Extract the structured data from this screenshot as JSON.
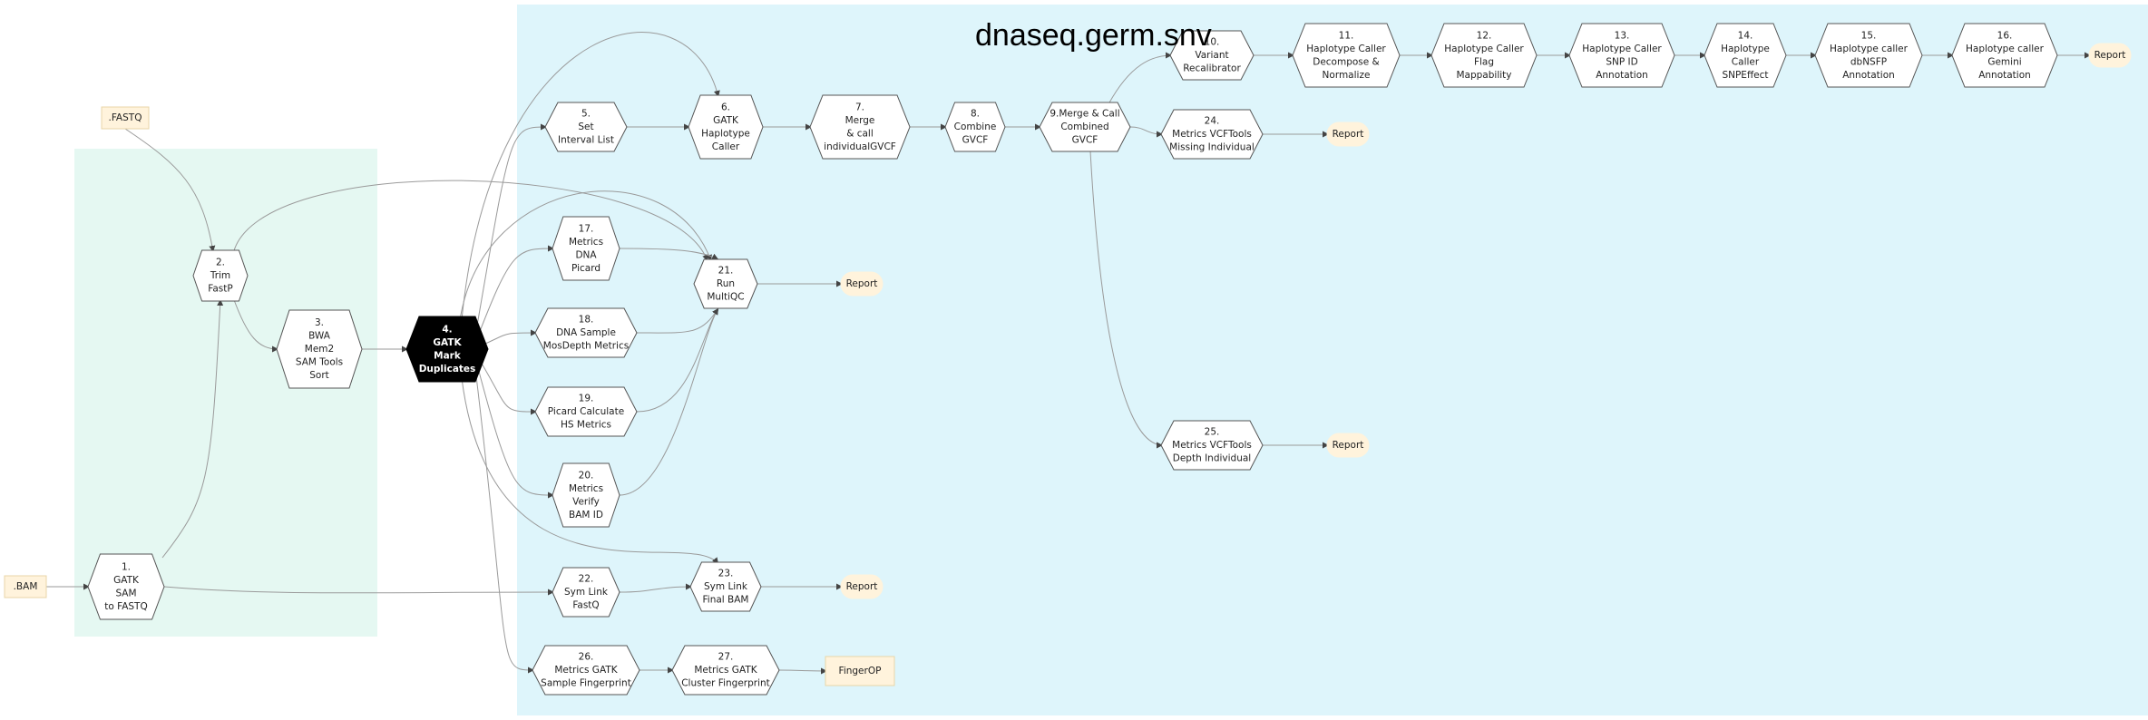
{
  "title": "dnaseq.germ.snv",
  "colors": {
    "cluster_main": "#def5fb",
    "cluster_pre": "#e5f8f2",
    "node_fill": "#ffffff",
    "node_stroke": "#555555",
    "highlight_fill": "#000000",
    "input_fill": "#fff3dc",
    "input_stroke": "#e8d6a8",
    "report_fill": "#fff3dc",
    "edge": "#9a9a9a"
  },
  "nodes": [
    {
      "id": "fastq",
      "kind": "input",
      "lines": [
        ".FASTQ"
      ]
    },
    {
      "id": "bam",
      "kind": "input",
      "lines": [
        ".BAM"
      ]
    },
    {
      "id": "n1",
      "kind": "step",
      "lines": [
        "1.",
        "GATK",
        "SAM",
        "to FASTQ"
      ]
    },
    {
      "id": "n2",
      "kind": "step",
      "lines": [
        "2.",
        "Trim",
        "FastP"
      ]
    },
    {
      "id": "n3",
      "kind": "step",
      "lines": [
        "3.",
        "BWA",
        "Mem2",
        "SAM Tools",
        "Sort"
      ]
    },
    {
      "id": "n4",
      "kind": "highlight",
      "lines": [
        "4.",
        "GATK",
        "Mark",
        "Duplicates"
      ]
    },
    {
      "id": "n5",
      "kind": "step",
      "lines": [
        "5.",
        "Set",
        "Interval List"
      ]
    },
    {
      "id": "n6",
      "kind": "step",
      "lines": [
        "6.",
        "GATK",
        "Haplotype",
        "Caller"
      ]
    },
    {
      "id": "n7",
      "kind": "step",
      "lines": [
        "7.",
        "Merge",
        "& call",
        "individualGVCF"
      ]
    },
    {
      "id": "n8",
      "kind": "step",
      "lines": [
        "8.",
        "Combine",
        "GVCF"
      ]
    },
    {
      "id": "n9",
      "kind": "step",
      "lines": [
        "9.Merge & Call",
        "Combined",
        "GVCF"
      ]
    },
    {
      "id": "n10",
      "kind": "step",
      "lines": [
        "10.",
        "Variant",
        "Recalibrator"
      ]
    },
    {
      "id": "n11",
      "kind": "step",
      "lines": [
        "11.",
        "Haplotype Caller",
        "Decompose &",
        "Normalize"
      ]
    },
    {
      "id": "n12",
      "kind": "step",
      "lines": [
        "12.",
        "Haplotype Caller",
        "Flag",
        "Mappability"
      ]
    },
    {
      "id": "n13",
      "kind": "step",
      "lines": [
        "13.",
        "Haplotype Caller",
        "SNP ID",
        "Annotation"
      ]
    },
    {
      "id": "n14",
      "kind": "step",
      "lines": [
        "14.",
        "Haplotype",
        "Caller",
        "SNPEffect"
      ]
    },
    {
      "id": "n15",
      "kind": "step",
      "lines": [
        "15.",
        "Haplotype caller",
        "dbNSFP",
        "Annotation"
      ]
    },
    {
      "id": "n16",
      "kind": "step",
      "lines": [
        "16.",
        "Haplotype caller",
        "Gemini",
        "Annotation"
      ]
    },
    {
      "id": "r16",
      "kind": "report",
      "lines": [
        "Report"
      ]
    },
    {
      "id": "n24",
      "kind": "step",
      "lines": [
        "24.",
        "Metrics VCFTools",
        "Missing Individual"
      ]
    },
    {
      "id": "r24",
      "kind": "report",
      "lines": [
        "Report"
      ]
    },
    {
      "id": "n17",
      "kind": "step",
      "lines": [
        "17.",
        "Metrics",
        "DNA",
        "Picard"
      ]
    },
    {
      "id": "n21",
      "kind": "step",
      "lines": [
        "21.",
        "Run",
        "MultiQC"
      ]
    },
    {
      "id": "r21",
      "kind": "report",
      "lines": [
        "Report"
      ]
    },
    {
      "id": "n18",
      "kind": "step",
      "lines": [
        "18.",
        "DNA Sample",
        "MosDepth Metrics"
      ]
    },
    {
      "id": "n19",
      "kind": "step",
      "lines": [
        "19.",
        "Picard Calculate",
        "HS Metrics"
      ]
    },
    {
      "id": "n20",
      "kind": "step",
      "lines": [
        "20.",
        "Metrics",
        "Verify",
        "BAM ID"
      ]
    },
    {
      "id": "n25",
      "kind": "step",
      "lines": [
        "25.",
        "Metrics VCFTools",
        "Depth Individual"
      ]
    },
    {
      "id": "r25",
      "kind": "report",
      "lines": [
        "Report"
      ]
    },
    {
      "id": "n22",
      "kind": "step",
      "lines": [
        "22.",
        "Sym Link",
        "FastQ"
      ]
    },
    {
      "id": "n23",
      "kind": "step",
      "lines": [
        "23.",
        "Sym Link",
        "Final BAM"
      ]
    },
    {
      "id": "r23",
      "kind": "report",
      "lines": [
        "Report"
      ]
    },
    {
      "id": "n26",
      "kind": "step",
      "lines": [
        "26.",
        "Metrics GATK",
        "Sample Fingerprint"
      ]
    },
    {
      "id": "n27",
      "kind": "step",
      "lines": [
        "27.",
        "Metrics GATK",
        "Cluster Fingerprint"
      ]
    },
    {
      "id": "fop",
      "kind": "output",
      "lines": [
        "FingerOP"
      ]
    }
  ],
  "edges": [
    [
      "fastq",
      "n2"
    ],
    [
      "bam",
      "n1"
    ],
    [
      "n1",
      "n2"
    ],
    [
      "n1",
      "n22"
    ],
    [
      "n2",
      "n3"
    ],
    [
      "n2",
      "n21"
    ],
    [
      "n3",
      "n4"
    ],
    [
      "n4",
      "n5"
    ],
    [
      "n4",
      "n6"
    ],
    [
      "n4",
      "n17"
    ],
    [
      "n4",
      "n18"
    ],
    [
      "n4",
      "n19"
    ],
    [
      "n4",
      "n20"
    ],
    [
      "n4",
      "n21"
    ],
    [
      "n4",
      "n23"
    ],
    [
      "n4",
      "n26"
    ],
    [
      "n5",
      "n6"
    ],
    [
      "n6",
      "n7"
    ],
    [
      "n7",
      "n8"
    ],
    [
      "n8",
      "n9"
    ],
    [
      "n9",
      "n10"
    ],
    [
      "n9",
      "n24"
    ],
    [
      "n9",
      "n25"
    ],
    [
      "n10",
      "n11"
    ],
    [
      "n11",
      "n12"
    ],
    [
      "n12",
      "n13"
    ],
    [
      "n13",
      "n14"
    ],
    [
      "n14",
      "n15"
    ],
    [
      "n15",
      "n16"
    ],
    [
      "n16",
      "r16"
    ],
    [
      "n24",
      "r24"
    ],
    [
      "n25",
      "r25"
    ],
    [
      "n17",
      "n21"
    ],
    [
      "n18",
      "n21"
    ],
    [
      "n19",
      "n21"
    ],
    [
      "n20",
      "n21"
    ],
    [
      "n21",
      "r21"
    ],
    [
      "n22",
      "n23"
    ],
    [
      "n23",
      "r23"
    ],
    [
      "n26",
      "n27"
    ],
    [
      "n27",
      "fop"
    ]
  ]
}
